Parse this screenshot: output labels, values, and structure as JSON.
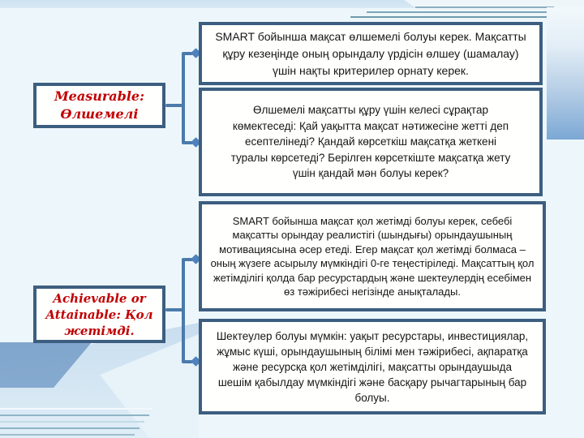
{
  "labels": {
    "measurable": "Measurable: Өлшемелі",
    "achievable": "Achievable or Attainable: Қол жетімді."
  },
  "boxes": [
    {
      "id": "measurable-definition",
      "text": "SMART бойынша мақсат өлшемелі болуы керек. Мақсатты құру кезеңінде оның орындалу үрдісін өлшеу (шамалау) үшін нақты критерилер орнату керек."
    },
    {
      "id": "measurable-questions",
      "text": "Өлшемелі мақсатты құру үшін келесі сұрақтар көмектеседі: Қай уақытта мақсат нәтижесіне жетті деп есептелінеді? Қандай көрсеткіш мақсатқа жеткені туралы көрсетеді? Берілген көрсеткіште мақсатқа жету үшін қандай мән болуы керек?"
    },
    {
      "id": "achievable-definition",
      "text": "SMART бойынша мақсат қол жетімді болуы керек, себебі мақсатты орындау реалистігі (шындығы) орындаушының мотивациясына әсер етеді. Егер мақсат қол жетімді болмаса – оның жүзеге асырылу мүмкіндігі 0-ге теңестіріледі. Мақсаттың қол жетімділігі қолда бар ресурстардың және шектеулердің есебімен өз тәжірибесі негізінде анықталады."
    },
    {
      "id": "achievable-constraints",
      "text": "Шектеулер болуы мүмкін: уақыт ресурстары, инвестициялар, жұмыс күші, орындаушының білімі мен тәжірибесі, ақпаратқа және ресурсқа қол жетімділігі, мақсатты орындаушыда шешім қабылдау мүмкіндігі және басқару рычагтарының бар болуы."
    }
  ],
  "colors": {
    "box_border": "#3c5e80",
    "box_background": "#ffffff",
    "label_text": "#c00000",
    "connector": "#4b7aab",
    "arrowhead": "#4f81bd",
    "page_background": "#edf7fb",
    "accent_dark_polygon": "#6690bd",
    "accent_top_strip": "#cde2f0"
  }
}
